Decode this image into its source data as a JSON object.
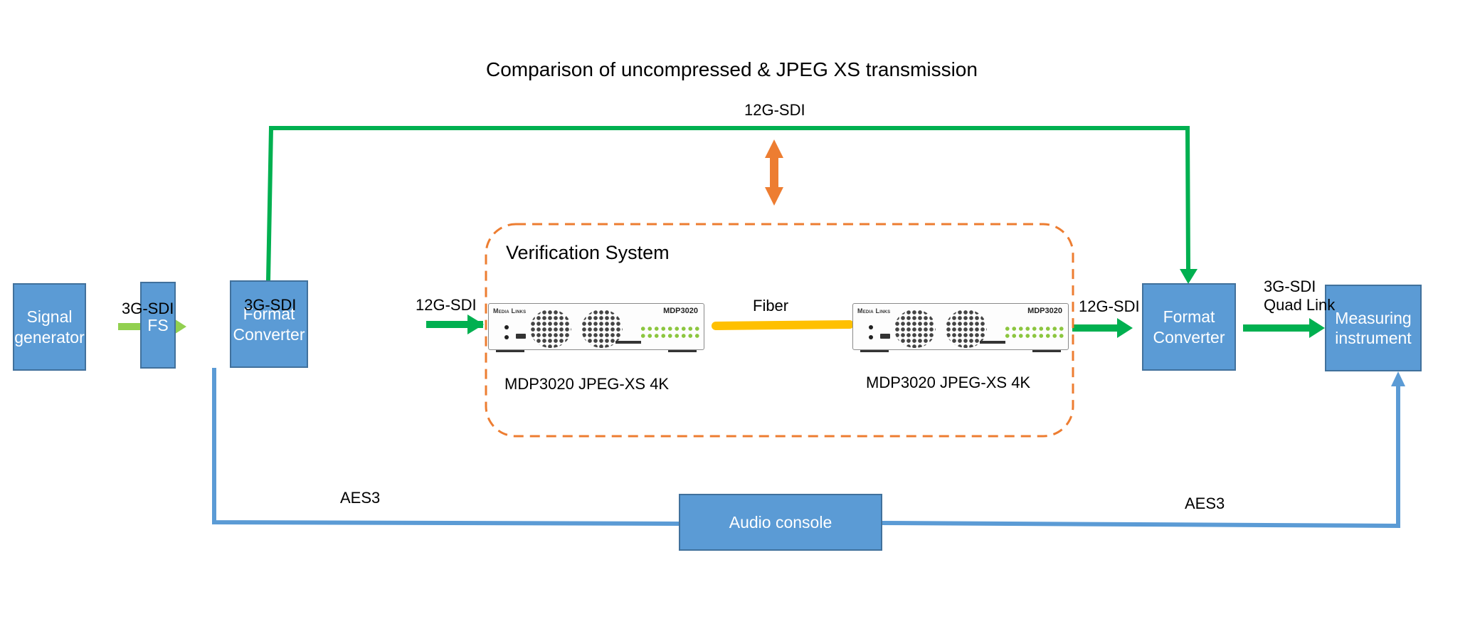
{
  "title": "Comparison of uncompressed & JPEG XS transmission",
  "colors": {
    "box_fill": "#5b9bd5",
    "box_border": "#41719c",
    "light_green": "#92d050",
    "green": "#00b050",
    "orange": "#ed7d31",
    "fiber": "#ffc000",
    "audio_line": "#5b9bd5"
  },
  "blocks": {
    "signal_generator": "Signal\ngenerator",
    "fs": "FS",
    "format_converter_in": "Format\nConverter",
    "format_converter_out": "Format\nConverter",
    "measuring_instrument": "Measuring\ninstrument",
    "audio_console": "Audio console"
  },
  "verification_system": {
    "label": "Verification System",
    "encoder": {
      "brand": "Media Links",
      "model": "MDP3020",
      "caption": "MDP3020 JPEG-XS 4K"
    },
    "decoder": {
      "brand": "Media Links",
      "model": "MDP3020",
      "caption": "MDP3020 JPEG-XS 4K"
    },
    "link_label": "Fiber"
  },
  "links": {
    "sg_to_fs": "3G-SDI",
    "fs_to_fc": "3G-SDI",
    "fc_to_encoder": "12G-SDI",
    "bypass": "12G-SDI",
    "decoder_to_fc": "12G-SDI",
    "fc_to_measuring": "3G-SDI\nQuad Link",
    "audio_left": "AES3",
    "audio_right": "AES3"
  },
  "comparison_icon": "double-headed-arrow-icon"
}
